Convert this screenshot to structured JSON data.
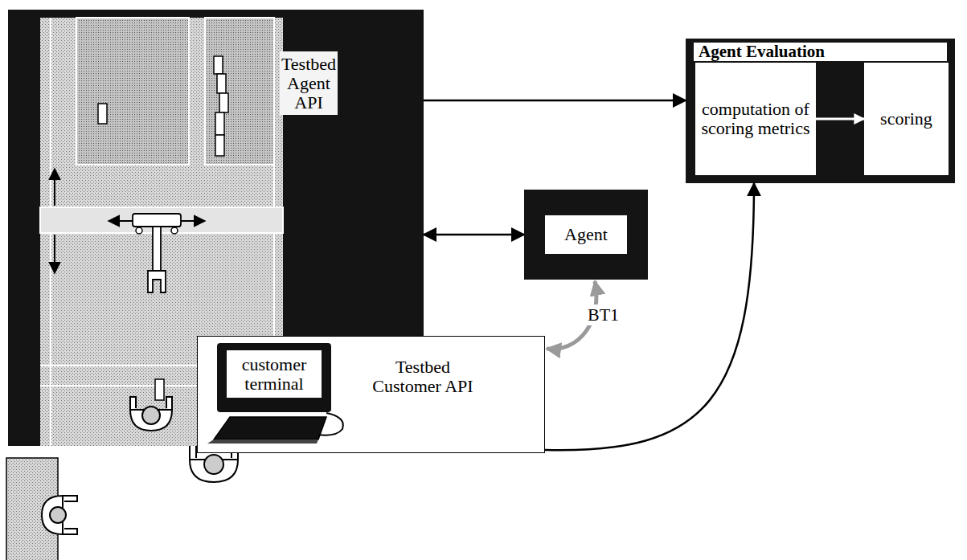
{
  "diagram": {
    "nodes": [
      {
        "text": [
          "Testbed Agent API"
        ]
      },
      {
        "text": [
          "Agent Evaluation"
        ]
      },
      {
        "text": [
          "computation of scoring metrics"
        ],
        "in": 1
      },
      {
        "text": [
          "scoring"
        ],
        "in": 1
      },
      {
        "text": [
          "Agent"
        ]
      },
      {
        "text": [
          "Testbed Customer API"
        ]
      },
      {
        "text": [
          "customer terminal"
        ],
        "in": 5
      }
    ],
    "edges": [
      {
        "from": 0,
        "to": 1,
        "arrow": "to"
      },
      {
        "from": 0,
        "to": 4,
        "arrow": "both"
      },
      {
        "from": 2,
        "to": 3,
        "arrow": "to"
      },
      {
        "from": 5,
        "to": 1,
        "arrow": "to"
      },
      {
        "from": 4,
        "to": 5,
        "label": "BT1",
        "arrow": "both"
      }
    ]
  }
}
